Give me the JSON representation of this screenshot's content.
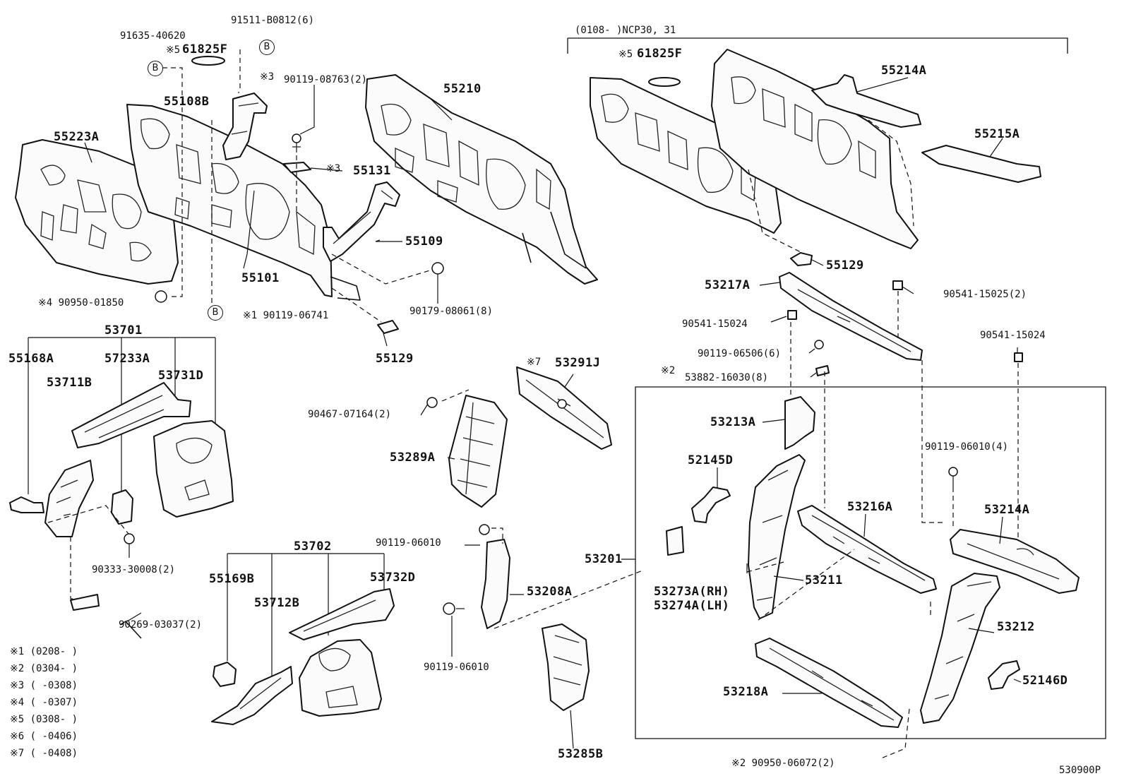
{
  "diagram": {
    "labels": {
      "l55223A": "55223A",
      "l91635": "91635-40620",
      "l61825F_a_mark": "※5",
      "l61825F_a": "61825F",
      "l91511": "91511-B0812(6)",
      "l55108B": "55108B",
      "l90119_08763_mark": "※3",
      "l90119_08763": "90119-08763(2)",
      "l55131_mark": "※3",
      "l55131": "55131",
      "l55210": "55210",
      "l55109": "55109",
      "l55101": "55101",
      "l90950_01850": "※4 90950-01850",
      "l90119_06741": "※1 90119-06741",
      "l90179": "90179-08061(8)",
      "l55129_a": "55129",
      "l53701": "53701",
      "l55168A": "55168A",
      "l57233A": "57233A",
      "l53711B": "53711B",
      "l53731D": "53731D",
      "l90333": "90333-30008(2)",
      "l90269": "90269-03037(2)",
      "l53702": "53702",
      "l55169B": "55169B",
      "l53712B": "53712B",
      "l53732D": "53732D",
      "l90467": "90467-07164(2)",
      "l53289A": "53289A",
      "l53291J_mark": "※7",
      "l53291J": "53291J",
      "l90119_06010_a": "90119-06010",
      "l53208A": "53208A",
      "l90119_06010_b": "90119-06010",
      "l53285B": "53285B",
      "l_range": "(0108-     )NCP30, 31",
      "l61825F_b_mark": "※5",
      "l61825F_b": "61825F",
      "l55214A": "55214A",
      "l55215A": "55215A",
      "l55129_b": "55129",
      "l53217A": "53217A",
      "l90541_15025": "90541-15025(2)",
      "l90541_15024_a": "90541-15024",
      "l90541_15024_b": "90541-15024",
      "l90119_06506": "90119-06506(6)",
      "l53882_mark": "※2",
      "l53882": "53882-16030(8)",
      "l53213A": "53213A",
      "l52145D": "52145D",
      "l90119_06010_c": "90119-06010(4)",
      "l53216A": "53216A",
      "l53214A": "53214A",
      "l53201": "53201",
      "l53211": "53211",
      "l53273A": "53273A(RH)",
      "l53274A": "53274A(LH)",
      "l53212": "53212",
      "l52146D": "52146D",
      "l53218A": "53218A",
      "l90950_06072": "※2 90950-06072(2)",
      "l_code": "530900P"
    },
    "circle_refs": {
      "b1": "B",
      "b2": "B",
      "b3": "B"
    },
    "notes": [
      "※1 (0208-     )",
      "※2 (0304-     )",
      "※3 (     -0308)",
      "※4 (     -0307)",
      "※5 (0308-     )",
      "※6 (     -0406)",
      "※7 (     -0408)"
    ]
  }
}
